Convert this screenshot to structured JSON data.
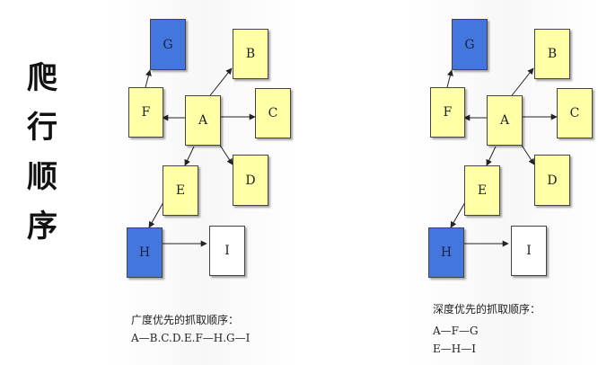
{
  "side_title": [
    "爬",
    "行",
    "顺",
    "序"
  ],
  "nodes": {
    "A": "A",
    "B": "B",
    "C": "C",
    "D": "D",
    "E": "E",
    "F": "F",
    "G": "G",
    "H": "H",
    "I": "I"
  },
  "bfs": {
    "heading": "广度优先的抓取顺序：",
    "order_line1": "A—B.C.D.E.F—H.G—I"
  },
  "dfs": {
    "heading": "深度优先的抓取顺序：",
    "order_line1": "A—F—G",
    "order_line2": "E—H—I"
  },
  "colors": {
    "yellow": "#ffffa6",
    "blue": "#4477dd",
    "white": "#ffffff"
  }
}
